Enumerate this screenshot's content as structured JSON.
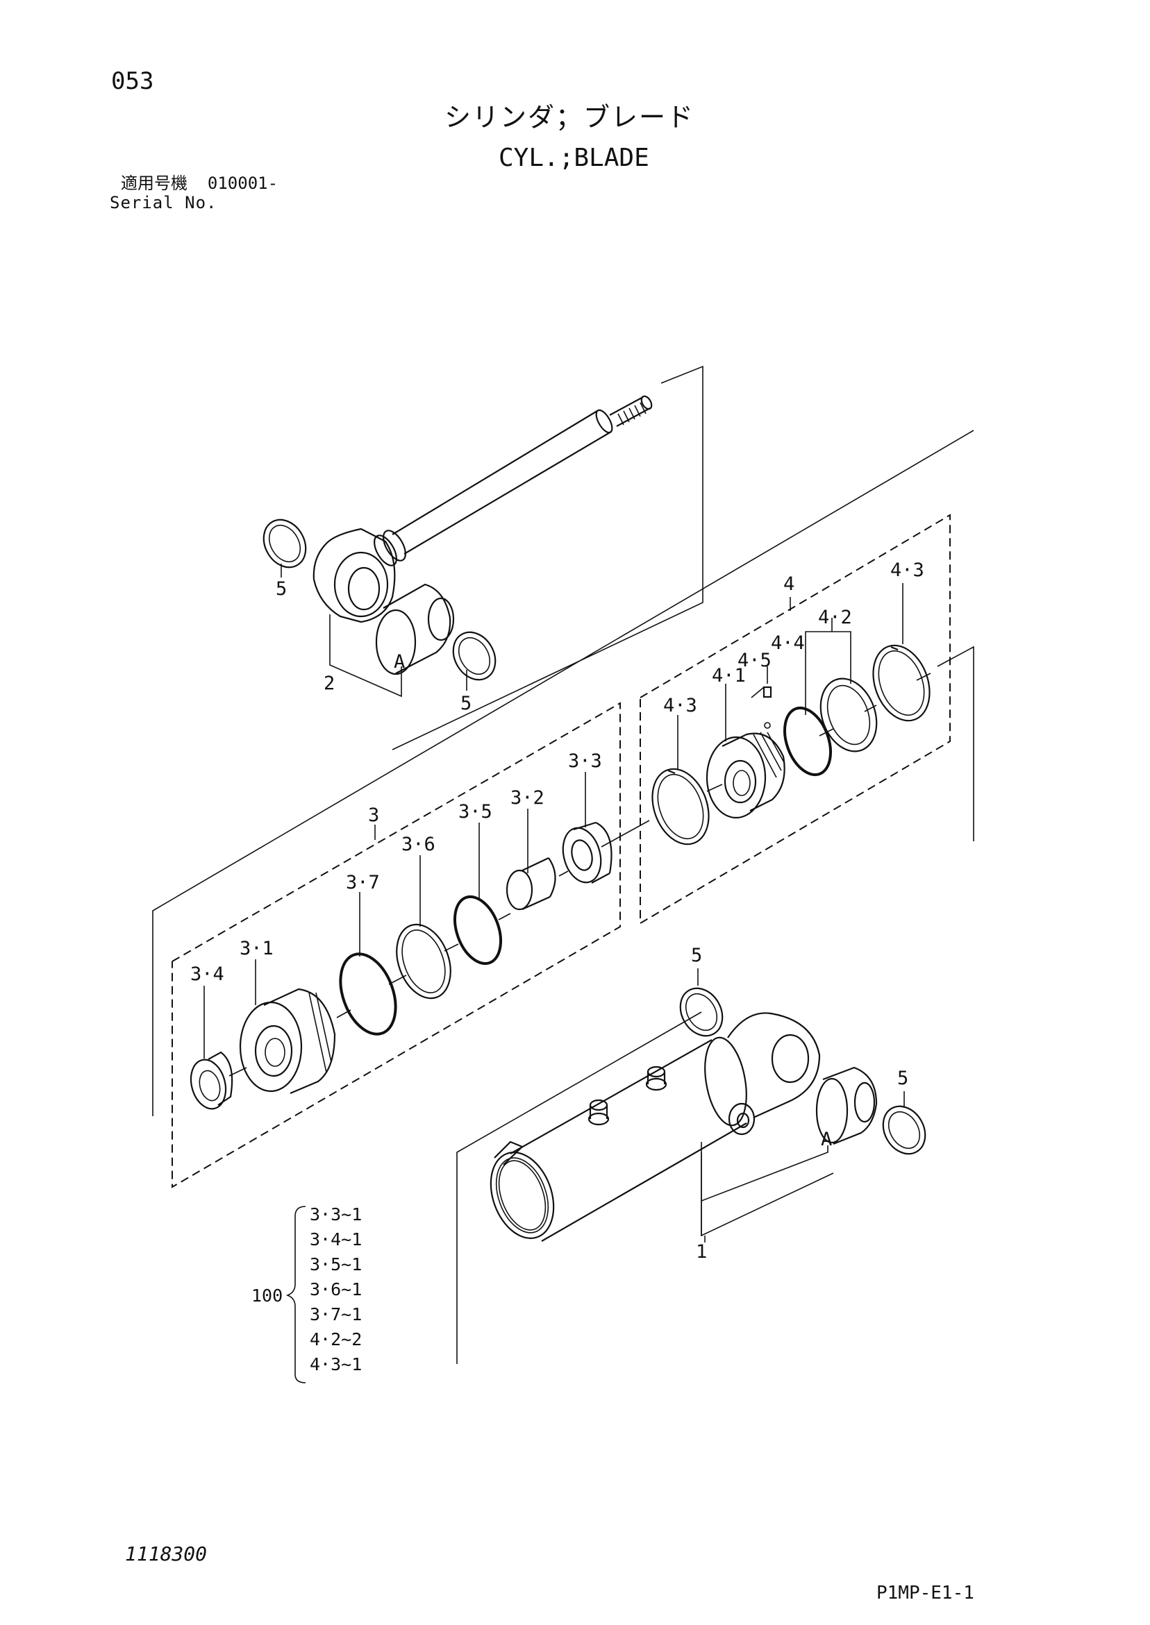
{
  "header": {
    "page_number": "053",
    "title_jp": "シリンダ；ブレード",
    "title_en": "CYL.;BLADE",
    "serial_label_jp": "適用号機",
    "serial_value": "010001-",
    "serial_label_en": "Serial No."
  },
  "callouts": {
    "rod_ring_top": "5",
    "rod_eye": "2",
    "rod_bushing": "A",
    "rod_ring_bottom": "5",
    "piston_group": "4",
    "piston_ring_upper": "4·3",
    "piston_seal_pair": "4·2",
    "piston_oring": "4·4",
    "piston_setscrew": "4·5",
    "piston_body": "4·1",
    "piston_ring_lower": "4·3",
    "head_group": "3",
    "head_bushing": "3·3",
    "head_sleeve": "3·2",
    "head_oring_inner": "3·5",
    "head_ring": "3·6",
    "head_oring_outer": "3·7",
    "head_body": "3·1",
    "head_wiper": "3·4",
    "tube_ring_top": "5",
    "tube_ring_right": "5",
    "tube_bushing": "A",
    "tube": "1"
  },
  "seal_kit": {
    "number": "100",
    "items": [
      "3·3~1",
      "3·4~1",
      "3·5~1",
      "3·6~1",
      "3·7~1",
      "4·2~2",
      "4·3~1"
    ]
  },
  "footer": {
    "drawing_number": "1118300",
    "sheet_code": "P1MP-E1-1"
  }
}
